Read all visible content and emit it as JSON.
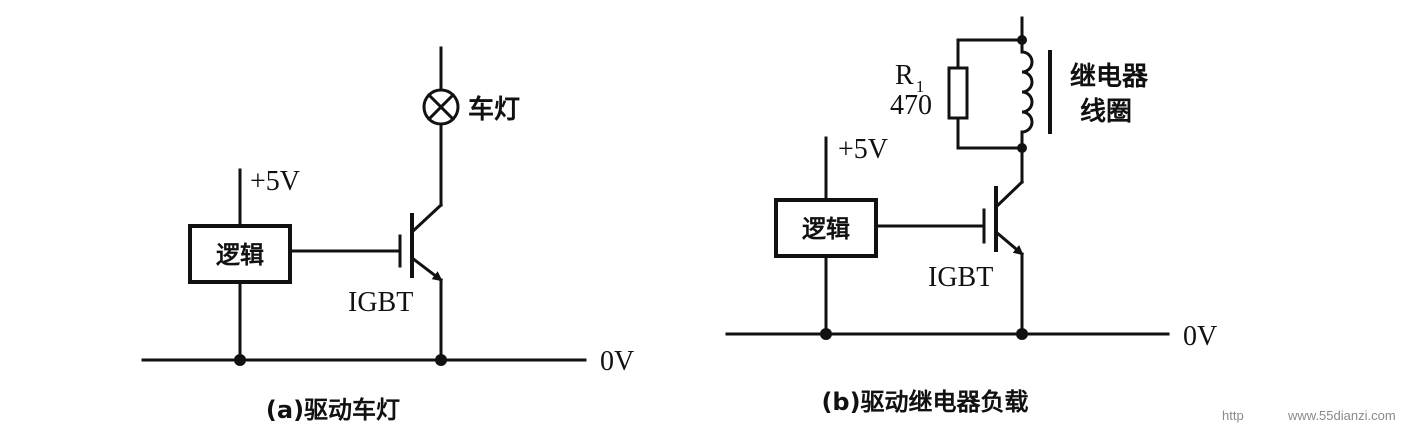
{
  "diagram_a": {
    "supply_label": "+5V",
    "logic_label": "逻辑",
    "lamp_label": "车灯",
    "transistor_label": "IGBT",
    "ground_label": "0V",
    "caption": "(a)驱动车灯"
  },
  "diagram_b": {
    "supply_label": "+5V",
    "logic_label": "逻辑",
    "resistor_name": "R",
    "resistor_subscript": "1",
    "resistor_value": "470",
    "coil_label_line1": "继电器",
    "coil_label_line2": "线圈",
    "transistor_label": "IGBT",
    "ground_label": "0V",
    "caption": "(b)驱动继电器负载"
  },
  "watermark": {
    "prefix": "http",
    "site": "www.55dianzi.com"
  },
  "colors": {
    "ink": "#111111",
    "watermark": "#8a8a8a",
    "background": "#ffffff"
  }
}
